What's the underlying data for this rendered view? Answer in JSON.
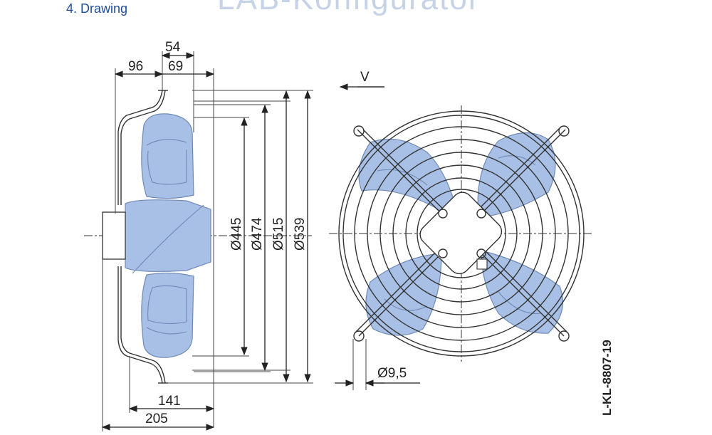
{
  "section_heading": "4. Drawing",
  "watermark_text": "LAB-Konfigurator",
  "view_label": "V",
  "dimensions": {
    "top_54": "54",
    "top_69": "69",
    "top_96": "96",
    "d445": "Ø445",
    "d474": "Ø474",
    "d515": "Ø515",
    "d539": "Ø539",
    "bottom_141": "141",
    "bottom_205": "205",
    "hole_d": "Ø9,5"
  },
  "drawing_id": "L-KL-8807-19",
  "colors": {
    "heading": "#1f4e9a",
    "blade_fill": "#a9c0e6",
    "line": "#222222"
  }
}
